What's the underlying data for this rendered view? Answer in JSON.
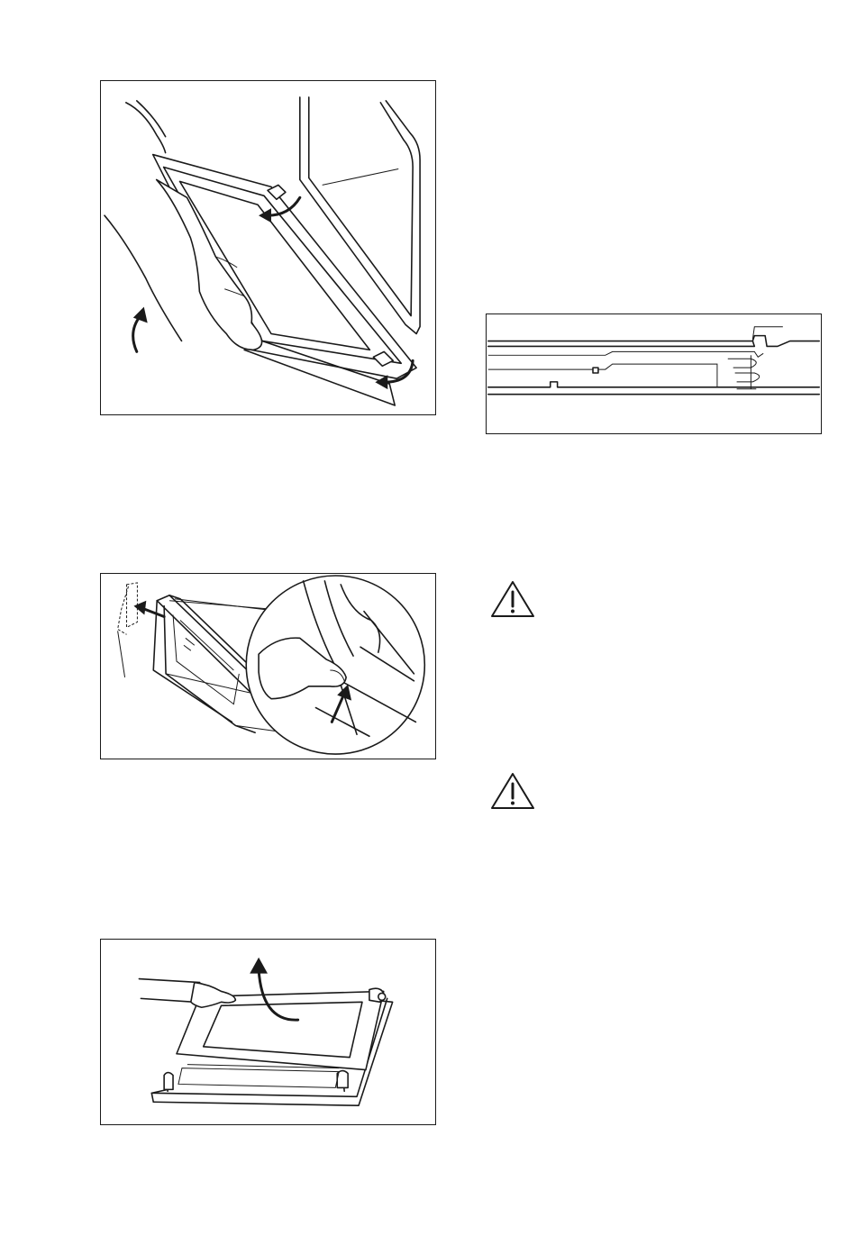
{
  "figures": [
    {
      "id": "fig-door-hinges",
      "icon": "door-hinge-release-illustration"
    },
    {
      "id": "fig-door-profile",
      "icon": "door-trim-profile-illustration"
    },
    {
      "id": "fig-door-trim-removal",
      "icon": "door-trim-removal-illustration"
    },
    {
      "id": "fig-glass-panel-removal",
      "icon": "glass-panel-removal-illustration"
    }
  ],
  "warnings": [
    {
      "icon": "warning-triangle-icon"
    },
    {
      "icon": "warning-triangle-icon"
    }
  ],
  "colors": {
    "ink": "#1a1a1a",
    "paper": "#ffffff"
  }
}
